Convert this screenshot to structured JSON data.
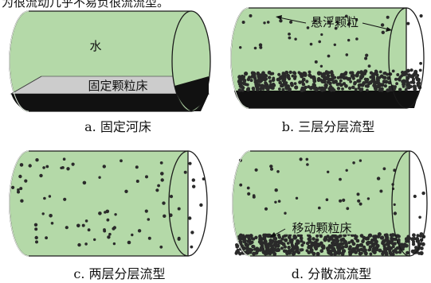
{
  "top_text": "为很流动几乎不易负很流流型。",
  "panels": [
    {
      "id": "a",
      "caption": "a. 固定河床",
      "labels": {
        "water": "水",
        "bed": "固定颗粒床"
      }
    },
    {
      "id": "b",
      "caption": "b. 三层分层流型",
      "labels": {
        "suspended": "悬浮颗粒"
      }
    },
    {
      "id": "c",
      "caption": "c. 两层分层流型",
      "labels": {}
    },
    {
      "id": "d",
      "caption": "d. 分散流流型",
      "labels": {
        "moving_bed": "移动颗粒床"
      }
    }
  ],
  "colors": {
    "water": "#b4d9a8",
    "bed_surface": "#cccccc",
    "bed_dark": "#111111",
    "particle": "#2a2a2a",
    "outline": "#1a1a1a"
  }
}
